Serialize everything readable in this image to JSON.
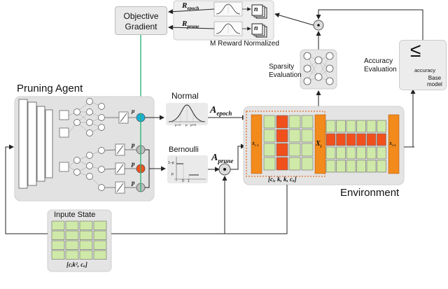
{
  "objective_gradient": {
    "line1": "Objective",
    "line2": "Gradient"
  },
  "rewards": {
    "epoch": "R",
    "epoch_sub": "epoch",
    "prune": "R",
    "prune_sub": "prune",
    "n_symbol": "n",
    "caption": "M Reward Normalized"
  },
  "sparsity_label": {
    "line1": "Sparsity",
    "line2": "Evaluation"
  },
  "accuracy_label": {
    "line1": "Accuracy",
    "line2": "Evaluation"
  },
  "accuracy_box": {
    "symbol": "≤",
    "accuracy": "accuracy",
    "base1": "Base",
    "base2": "model"
  },
  "pruning_agent": {
    "title": "Pruning Agent",
    "mu": "μ",
    "p": "p"
  },
  "normal": {
    "title": "Normal",
    "a_letter": "A",
    "a_sub": "epoch",
    "tick_left": "μ−σ",
    "tick_mid": "μ",
    "tick_right": "μ+σ"
  },
  "bernoulli": {
    "title": "Bernoulli",
    "a_letter": "A",
    "a_sub": "prune",
    "y_top": "1−p",
    "y_bot": "p",
    "x0": "0",
    "x1": "1"
  },
  "environment": {
    "title": "Environment",
    "x_prev": "X",
    "x_prev_sub": "i−1",
    "x_cur": "X",
    "x_cur_sub": "i",
    "x_next": "X",
    "x_next_sub": "i+1",
    "dims": "[cᵢ, k, k, cₒ]"
  },
  "input_state": {
    "title": "Inpute State",
    "dims": "[cᵢk², cₒ]"
  },
  "colors": {
    "orange": "#f28a1c",
    "red_orange": "#f1501c",
    "green_cell": "#cfe9a8",
    "cyan": "#1aaed8",
    "green_line": "#2fb37a",
    "panel": "#e2e2e2"
  }
}
